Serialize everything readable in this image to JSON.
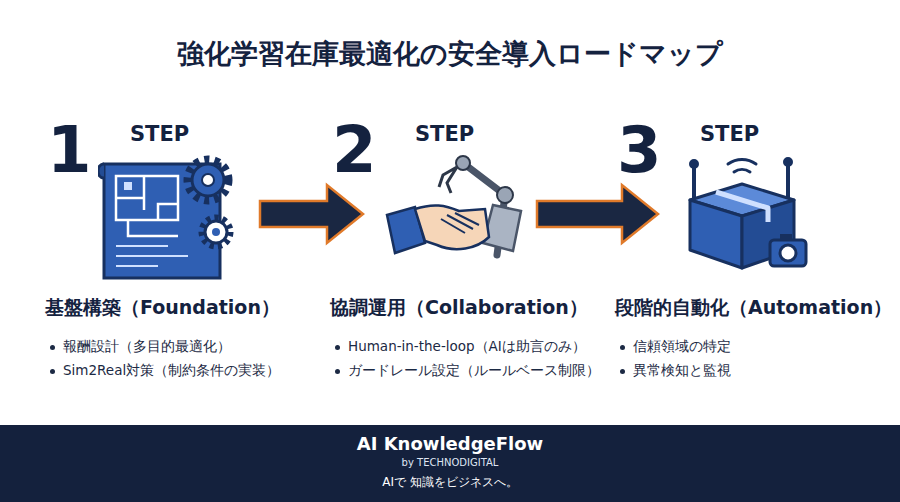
{
  "diagram": {
    "title": "強化学習在庫最適化の安全導入ロードマップ",
    "nodes": [
      {
        "text": [
          "1",
          "STEP",
          "基盤構築（Foundation）",
          "報酬設計（多目的最適化）",
          "Sim2Real対策（制約条件の実装）"
        ]
      },
      {
        "text": [
          "2",
          "STEP",
          "協調運用（Collaboration）",
          "Human-in-the-loop（AIは助言のみ）",
          "ガードレール設定（ルールベース制限）"
        ]
      },
      {
        "text": [
          "3",
          "STEP",
          "段階的自動化（Automation）",
          "信頼領域の特定",
          "異常検知と監視"
        ]
      },
      {
        "text": [
          "AI KnowledgeFlow",
          "by TECHNODIGITAL",
          "AIで 知識をビジネスへ。"
        ]
      }
    ],
    "edges": [
      {
        "from": 0,
        "to": 1,
        "arrow": "to"
      },
      {
        "from": 1,
        "to": 2,
        "arrow": "to"
      }
    ]
  }
}
